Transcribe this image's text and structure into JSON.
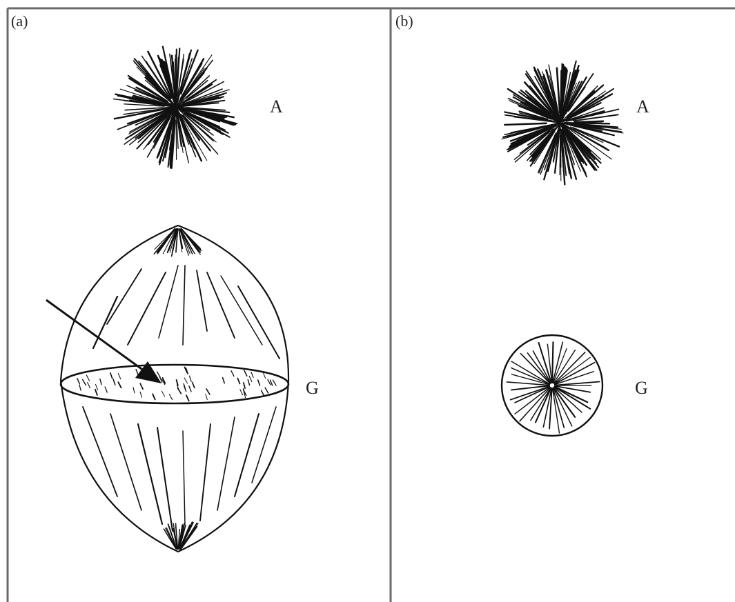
{
  "panels": [
    {
      "tag": "(a)",
      "labels": {
        "aster": "A",
        "spindle": "G"
      }
    },
    {
      "tag": "(b)",
      "labels": {
        "aster": "A",
        "spindle": "G"
      }
    }
  ],
  "colors": {
    "ink": "#111111",
    "frame": "#6a6a6a",
    "background": "#ffffff"
  }
}
